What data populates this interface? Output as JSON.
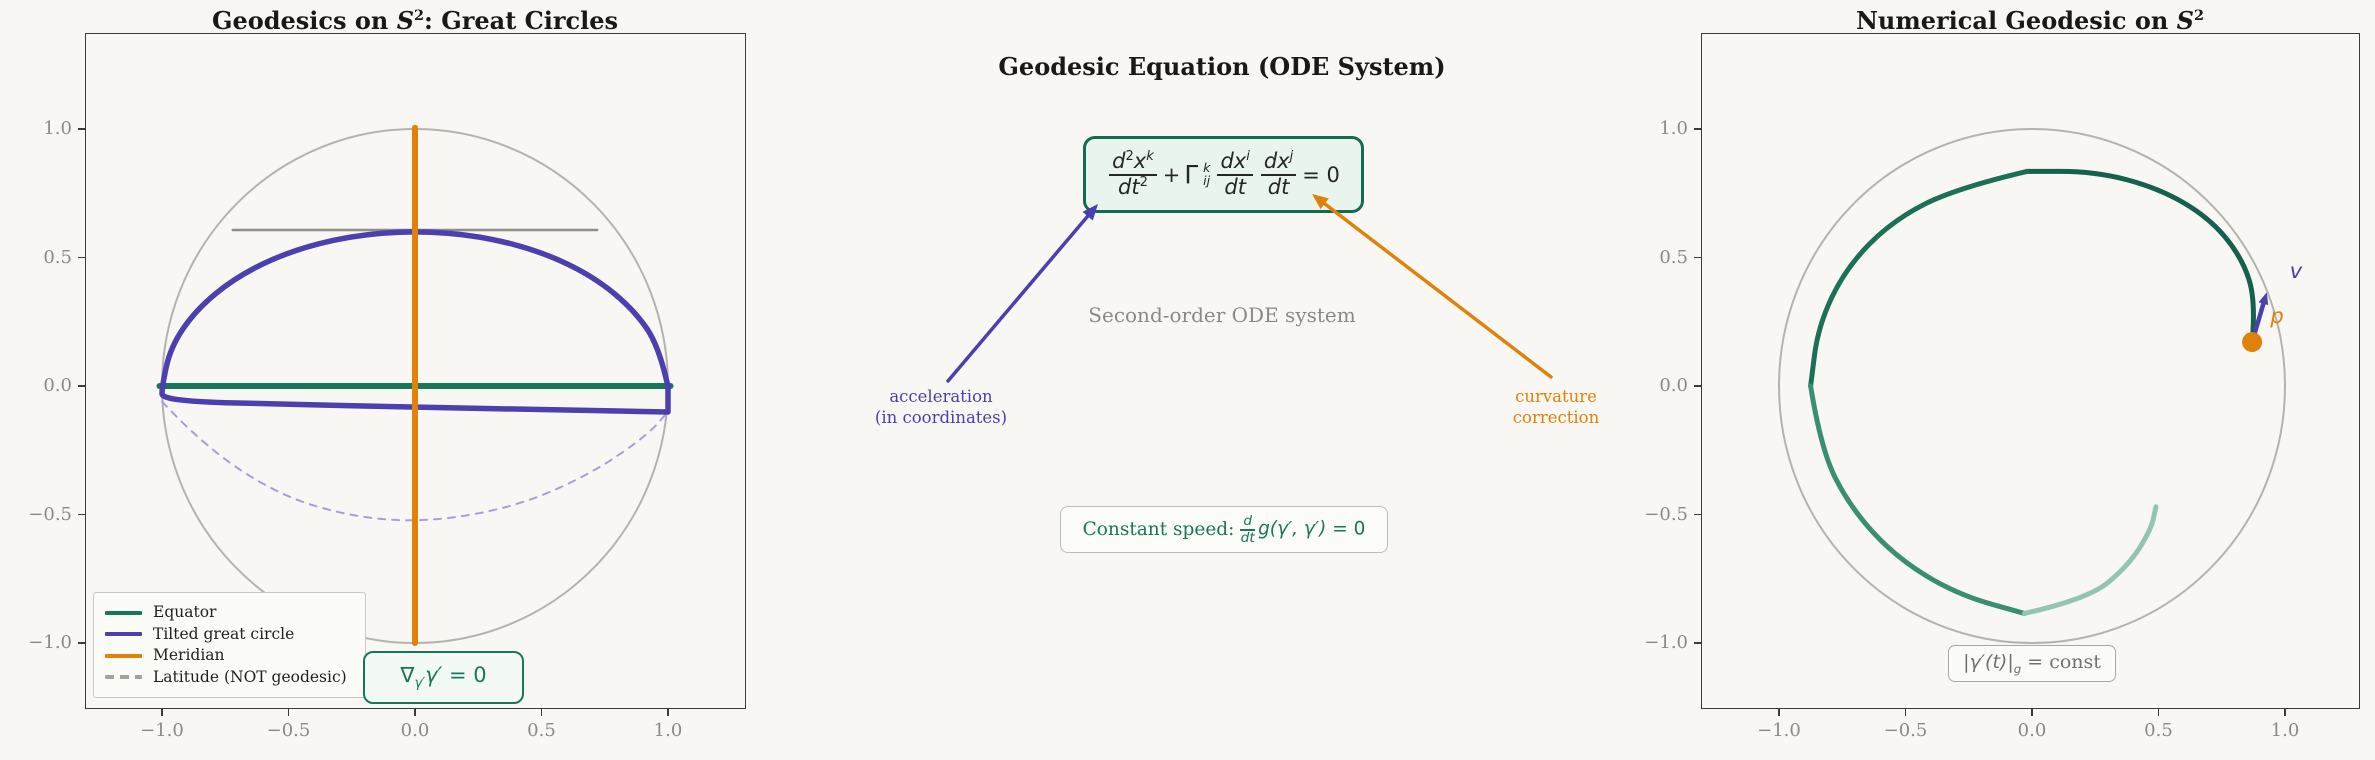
{
  "figure": {
    "background": "#f8f7f3",
    "frame_color": "#3b3b3b",
    "tick_label_color": "#8b8b86",
    "title_color": "#191919",
    "teal": "#17775a",
    "purple": "#4c3fb0",
    "orange": "#e0820a",
    "gray_circle": "#b4b3ae"
  },
  "left_panel": {
    "title": {
      "prefix": "Geodesics on ",
      "var": "S",
      "sup": "2",
      "suffix": ": Great Circles"
    },
    "x_tick_labels": [
      "−1.0",
      "−0.5",
      "0.0",
      "0.5",
      "1.0"
    ],
    "y_tick_labels": [
      "1.0",
      "0.5",
      "0.0",
      "−0.5",
      "−1.0"
    ],
    "legend_items": [
      {
        "label": "Equator",
        "color": "#17775a",
        "dash": false
      },
      {
        "label": "Tilted great circle",
        "color": "#4c3fb0",
        "dash": false
      },
      {
        "label": "Meridian",
        "color": "#e0820a",
        "dash": false
      },
      {
        "label": "Latitude (NOT geodesic)",
        "color": "#a3a29d",
        "dash": true
      }
    ],
    "annotation_box": {
      "nabla": "∇",
      "sub": "γ′",
      "mid": "γ′",
      "eq": " = 0",
      "color": "#17775a"
    }
  },
  "middle_panel": {
    "title": "Geodesic Equation (ODE System)",
    "equation": {
      "d": "d",
      "sup2": "2",
      "x": "x",
      "supk": "k",
      "dt": "dt",
      "plus": "+",
      "gamma": "Γ",
      "g_sup": "k",
      "g_sub": "ij",
      "dx": "dx",
      "supi": "i",
      "supj": "j",
      "rhs": "= 0"
    },
    "note": "Second-order ODE system",
    "left_callout": {
      "line1": "acceleration",
      "line2": "(in coordinates)",
      "color": "#4c3fb0"
    },
    "right_callout": {
      "line1": "curvature",
      "line2": "correction",
      "color": "#e0820a"
    },
    "speed_box": {
      "label": "Constant speed: ",
      "num": "d",
      "den": "dt",
      "expr": "g(γ′, γ′)",
      "eq": " = 0"
    }
  },
  "right_panel": {
    "title": {
      "prefix": "Numerical Geodesic on ",
      "var": "S",
      "sup": "2",
      "suffix": ""
    },
    "x_tick_labels": [
      "−1.0",
      "−0.5",
      "0.0",
      "0.5",
      "1.0"
    ],
    "y_tick_labels": [
      "1.0",
      "0.5",
      "0.0",
      "−0.5",
      "−1.0"
    ],
    "v_label": "v",
    "p_label": "p",
    "norm_box": {
      "main": "|γ′(t)|",
      "sub": "g",
      "eq": " =  const"
    }
  },
  "chart_data": [
    {
      "id": "left",
      "type": "line",
      "title": "Geodesics on S^2: Great Circles",
      "xlabel": "",
      "ylabel": "",
      "xlim": [
        -1.3,
        1.31
      ],
      "ylim": [
        -1.26,
        1.37
      ],
      "x_ticks": [
        -1.0,
        -0.5,
        0.0,
        0.5,
        1.0
      ],
      "y_ticks": [
        1.0,
        0.5,
        0.0,
        -0.5,
        -1.0
      ],
      "grid": false,
      "legend_position": "lower left",
      "series": [
        {
          "name": "sphere-outline",
          "kind": "ellipse",
          "center": [
            0,
            0
          ],
          "radius": [
            1,
            1
          ],
          "color": "#b4b3ae",
          "width": 2
        },
        {
          "name": "latitude-not-geodesic",
          "kind": "polyline",
          "color": "#8f8e89",
          "width": 2.5,
          "points": [
            [
              -0.72,
              0.607
            ],
            [
              0.72,
              0.607
            ]
          ]
        },
        {
          "name": "tilted-great-circle-back",
          "kind": "smooth",
          "color": "#a79ede",
          "width": 2,
          "dash": "7 7",
          "points": [
            [
              -1.0,
              -0.06
            ],
            [
              -0.85,
              -0.22
            ],
            [
              -0.55,
              -0.42
            ],
            [
              -0.25,
              -0.51
            ],
            [
              0.05,
              -0.53
            ],
            [
              0.4,
              -0.47
            ],
            [
              0.7,
              -0.34
            ],
            [
              0.92,
              -0.19
            ],
            [
              1.0,
              -0.1
            ]
          ]
        },
        {
          "name": "equator",
          "kind": "polyline",
          "color": "#17775a",
          "width": 6,
          "points": [
            [
              -1.01,
              0
            ],
            [
              1.01,
              0
            ]
          ]
        },
        {
          "name": "tilted-great-circle",
          "kind": "smooth",
          "color": "#4c3fb0",
          "width": 5.5,
          "closed": true,
          "points": [
            [
              1.0,
              -0.003
            ],
            [
              0.966,
              0.152
            ],
            [
              0.866,
              0.296
            ],
            [
              0.707,
              0.425
            ],
            [
              0.5,
              0.523
            ],
            [
              0.259,
              0.584
            ],
            [
              0.0,
              0.605
            ],
            [
              -0.259,
              0.584
            ],
            [
              -0.5,
              0.523
            ],
            [
              -0.707,
              0.425
            ],
            [
              -0.866,
              0.296
            ],
            [
              -0.966,
              0.152
            ],
            [
              -1.0,
              -0.003
            ],
            [
              -1.0,
              -0.058
            ],
            [
              -0.5,
              -0.072
            ],
            [
              0.0,
              -0.082
            ],
            [
              0.5,
              -0.092
            ],
            [
              1.0,
              -0.101
            ]
          ]
        },
        {
          "name": "meridian",
          "kind": "polyline",
          "color": "#e0820a",
          "width": 6,
          "points": [
            [
              0,
              1.005
            ],
            [
              0,
              -1.0
            ]
          ]
        }
      ]
    },
    {
      "id": "middle",
      "type": "diagram",
      "title": "Geodesic Equation (ODE System)",
      "equation_text": "d²xᵏ/dt² + Γᵏᵢⱼ dxⁱ/dt dxʲ/dt = 0",
      "note": "Second-order ODE system",
      "callouts": [
        "acceleration (in coordinates)",
        "curvature correction"
      ],
      "footer": "Constant speed: d/dt g(γ′, γ′) = 0"
    },
    {
      "id": "right",
      "type": "line",
      "title": "Numerical Geodesic on S^2",
      "xlabel": "",
      "ylabel": "",
      "xlim": [
        -1.3,
        1.31
      ],
      "ylim": [
        -1.26,
        1.37
      ],
      "x_ticks": [
        -1.0,
        -0.5,
        0.0,
        0.5,
        1.0
      ],
      "y_ticks": [
        1.0,
        0.5,
        0.0,
        -0.5,
        -1.0
      ],
      "grid": false,
      "series": [
        {
          "name": "sphere-outline",
          "kind": "ellipse",
          "center": [
            0,
            0
          ],
          "radius": [
            1,
            1
          ],
          "color": "#b4b3ae",
          "width": 2
        },
        {
          "name": "geodesic-seg1",
          "kind": "smooth",
          "color": "#15614d",
          "width": 5,
          "points": [
            [
              0.87,
              0.171
            ],
            [
              0.885,
              0.33
            ],
            [
              0.83,
              0.5
            ],
            [
              0.7,
              0.655
            ],
            [
              0.5,
              0.77
            ],
            [
              0.25,
              0.835
            ],
            [
              -0.02,
              0.835
            ]
          ]
        },
        {
          "name": "geodesic-seg2",
          "kind": "smooth",
          "color": "#1d7058",
          "width": 5,
          "points": [
            [
              -0.02,
              0.835
            ],
            [
              -0.3,
              0.77
            ],
            [
              -0.55,
              0.645
            ],
            [
              -0.735,
              0.46
            ],
            [
              -0.845,
              0.235
            ],
            [
              -0.875,
              0.0
            ]
          ]
        },
        {
          "name": "geodesic-seg3",
          "kind": "smooth",
          "color": "#3a8e72",
          "width": 5,
          "points": [
            [
              -0.875,
              0.0
            ],
            [
              -0.835,
              -0.245
            ],
            [
              -0.72,
              -0.47
            ],
            [
              -0.54,
              -0.665
            ],
            [
              -0.3,
              -0.81
            ],
            [
              -0.03,
              -0.885
            ]
          ]
        },
        {
          "name": "geodesic-seg4",
          "kind": "smooth",
          "color": "#93c6ae",
          "width": 5,
          "points": [
            [
              -0.03,
              -0.885
            ],
            [
              0.22,
              -0.83
            ],
            [
              0.38,
              -0.7
            ],
            [
              0.47,
              -0.56
            ],
            [
              0.49,
              -0.47
            ]
          ]
        },
        {
          "name": "initial-velocity-vector",
          "kind": "arrow",
          "from": [
            0.87,
            0.171
          ],
          "to": [
            0.928,
            0.365
          ],
          "color": "#4c3fb0",
          "width": 4.5,
          "head": 12
        },
        {
          "name": "point-p",
          "kind": "dot",
          "center": [
            0.87,
            0.171
          ],
          "r": 10,
          "color": "#e0820a"
        }
      ],
      "point_p": [
        0.87,
        0.171
      ],
      "vector_v": {
        "from": [
          0.87,
          0.171
        ],
        "to": [
          0.928,
          0.365
        ]
      }
    }
  ]
}
